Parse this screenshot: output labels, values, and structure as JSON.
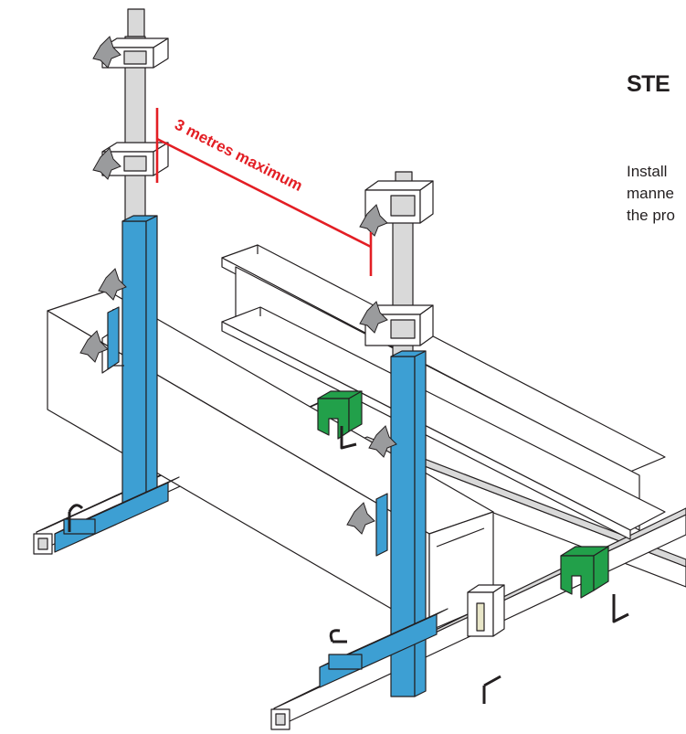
{
  "header": {
    "step_title": "STE"
  },
  "instructions": {
    "lines": [
      "Install",
      "manne",
      "the pro"
    ]
  },
  "dimension": {
    "label": "3 metres maximum",
    "color": "#e31e24"
  },
  "colors": {
    "upright_blue": "#3d9fd3",
    "clip_green": "#22a04a",
    "knob_grey": "#9a9b9d",
    "steel_grey": "#d9d9d9",
    "outline": "#231f20",
    "tray_fill": "#ffffff"
  },
  "icons": {
    "knob": "wing-knob-icon",
    "clip": "tray-clip-icon"
  }
}
